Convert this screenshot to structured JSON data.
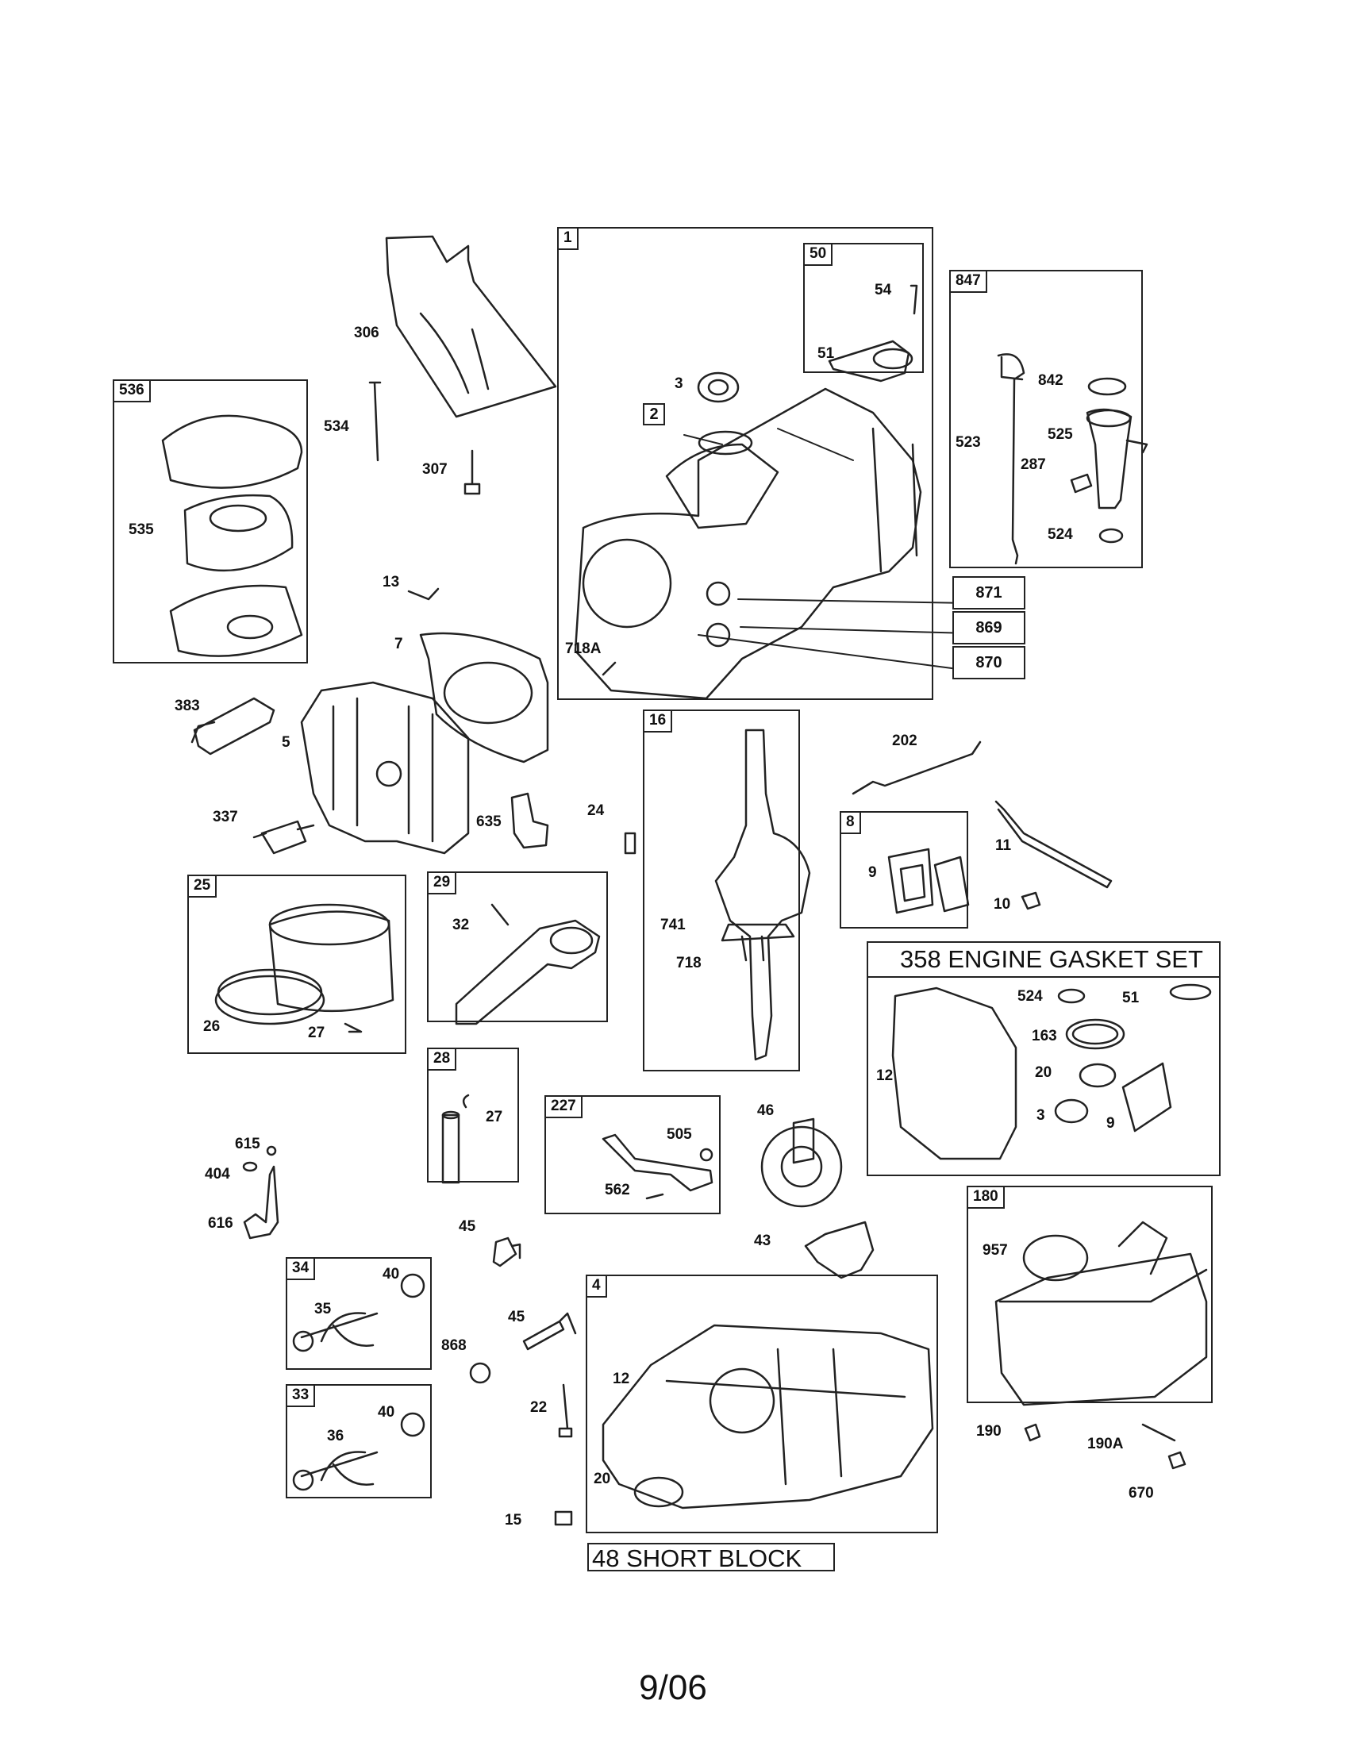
{
  "boxes": {
    "b1": "1",
    "b50": "50",
    "b847": "847",
    "b536": "536",
    "b16": "16",
    "b8": "8",
    "b25": "25",
    "b29": "29",
    "b28": "28",
    "b227": "227",
    "b34": "34",
    "b33": "33",
    "b4": "4",
    "b180": "180",
    "b2": "2"
  },
  "ref_boxes": {
    "r871": "871",
    "r869": "869",
    "r870": "870"
  },
  "titles": {
    "gasket_set": "358 ENGINE GASKET SET",
    "short_block": "48 SHORT BLOCK"
  },
  "labels": {
    "l306": "306",
    "l534": "534",
    "l307": "307",
    "l535": "535",
    "l13": "13",
    "l7": "7",
    "l383": "383",
    "l5": "5",
    "l337": "337",
    "l635": "635",
    "l3": "3",
    "l54": "54",
    "l51": "51",
    "l842": "842",
    "l523": "523",
    "l525": "525",
    "l287": "287",
    "l524": "524",
    "l718A": "718A",
    "l202": "202",
    "l24": "24",
    "l9": "9",
    "l11": "11",
    "l10": "10",
    "l741": "741",
    "l718": "718",
    "l32": "32",
    "l26": "26",
    "l27a": "27",
    "l27b": "27",
    "l524b": "524",
    "l51b": "51",
    "l163": "163",
    "l12a": "12",
    "l20a": "20",
    "l3b": "3",
    "l9b": "9",
    "l46": "46",
    "l505": "505",
    "l562": "562",
    "l615": "615",
    "l404": "404",
    "l616": "616",
    "l45a": "45",
    "l43": "43",
    "l40a": "40",
    "l35": "35",
    "l45b": "45",
    "l868": "868",
    "l22": "22",
    "l12b": "12",
    "l40b": "40",
    "l36": "36",
    "l20b": "20",
    "l15": "15",
    "l957": "957",
    "l190": "190",
    "l190A": "190A",
    "l670": "670"
  },
  "footer": "9/06",
  "colors": {
    "ink": "#222222",
    "paper": "#ffffff"
  }
}
